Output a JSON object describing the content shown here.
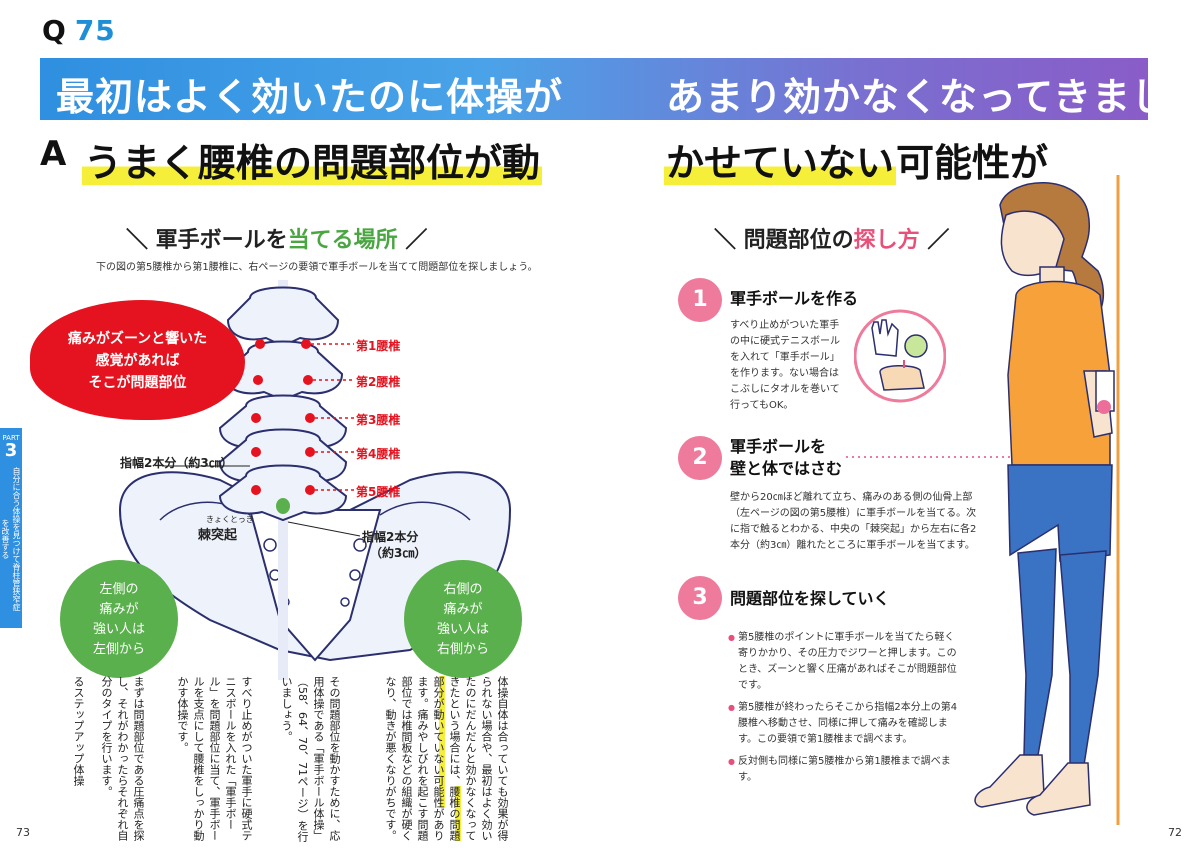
{
  "header": {
    "q_prefix": "Q",
    "q_number": "75",
    "question_left": "最初はよく効いたのに体操が",
    "question_right": "あまり効かなくなってきました",
    "a_letter": "A",
    "answer_left": "うまく腰椎の問題部位が動",
    "answer_right_hl": "かせていない",
    "answer_right_rest": "可能性が"
  },
  "left": {
    "title_pre": "＼ 軍手ボールを",
    "title_hl": "当てる場所",
    "title_post": " ／",
    "intro": "下の図の第5腰椎から第1腰椎に、右ページの要領で軍手ボールを当てて問題部位を探しましょう。",
    "pain_lines": [
      "痛みがズーンと響いた",
      "感覚があれば",
      "そこが問題部位"
    ],
    "lumbar": [
      "第1腰椎",
      "第2腰椎",
      "第3腰椎",
      "第4腰椎",
      "第5腰椎"
    ],
    "finger_label_left": "指幅2本分（約3㎝）",
    "spinous_ruby": "きょくとっき",
    "spinous_label": "棘突起",
    "finger_label_right_1": "指幅2本分",
    "finger_label_right_2": "（約3㎝）",
    "left_circle": [
      "左側の",
      "痛みが",
      "強い人は",
      "左側から"
    ],
    "right_circle": [
      "右側の",
      "痛みが",
      "強い人は",
      "右側から"
    ],
    "body_text": [
      "体操自体は合っていても効果が得られない場合や、最初はよく効いたのにだんだんと効かなくなってきたという場合には、",
      "腰椎の問題部分が動いていない可能性",
      "があります。痛みやしびれを起こす問題部位では椎間板などの組織が硬くなり、動きが悪くなりがちです。",
      "その問題部位を動かすために、応用体操である「軍手ボール体操」（58、64、70、71ページ）を行いましょう。",
      "すべり止めがついた軍手に硬式テニスボールを入れた「軍手ボール」を問題部位に当て、軍手ボールを支点にして腰椎をしっかり動かす体操です。",
      "まずは問題部位である圧痛点を探し、それがわかったらそれぞれ自分のタイプを行います。",
      "るステップアップ体操"
    ],
    "page_number": "73"
  },
  "part_tab": {
    "label": "PART",
    "number": "3",
    "text": "自分に合う体操を見つけて脊柱管狭窄症を改善する"
  },
  "right": {
    "title_pre": "＼ 問題部位の",
    "title_hl": "探し方",
    "title_post": " ／",
    "steps": [
      {
        "num": "1",
        "title": "軍手ボールを作る",
        "body": "すべり止めがついた軍手の中に硬式テニスボールを入れて「軍手ボール」を作ります。ない場合はこぶしにタオルを巻いて行ってもOK。"
      },
      {
        "num": "2",
        "title_1": "軍手ボールを",
        "title_2": "壁と体ではさむ",
        "body": "壁から20㎝ほど離れて立ち、痛みのある側の仙骨上部（左ページの図の第5腰椎）に軍手ボールを当てる。次に指で触るとわかる、中央の「棘突起」から左右に各2本分（約3㎝）離れたところに軍手ボールを当てます。"
      },
      {
        "num": "3",
        "title": "問題部位を探していく",
        "bullets": [
          "第5腰椎のポイントに軍手ボールを当てたら軽く寄りかかり、その圧力でジワーと押します。このとき、ズーンと響く圧痛があればそこが問題部位です。",
          "第5腰椎が終わったらそこから指幅2本分上の第4腰椎へ移動させ、同様に押して痛みを確認します。この要領で第1腰椎まで調べます。",
          "反対側も同様に第5腰椎から第1腰椎まで調べます。"
        ]
      }
    ],
    "page_number": "72"
  },
  "colors": {
    "accent_blue": "#2f8fe0",
    "purple": "#8a5cc8",
    "highlight": "#f6ef3a",
    "pain_red": "#e4131f",
    "green": "#5ab04c",
    "pink": "#ee7a9c"
  }
}
